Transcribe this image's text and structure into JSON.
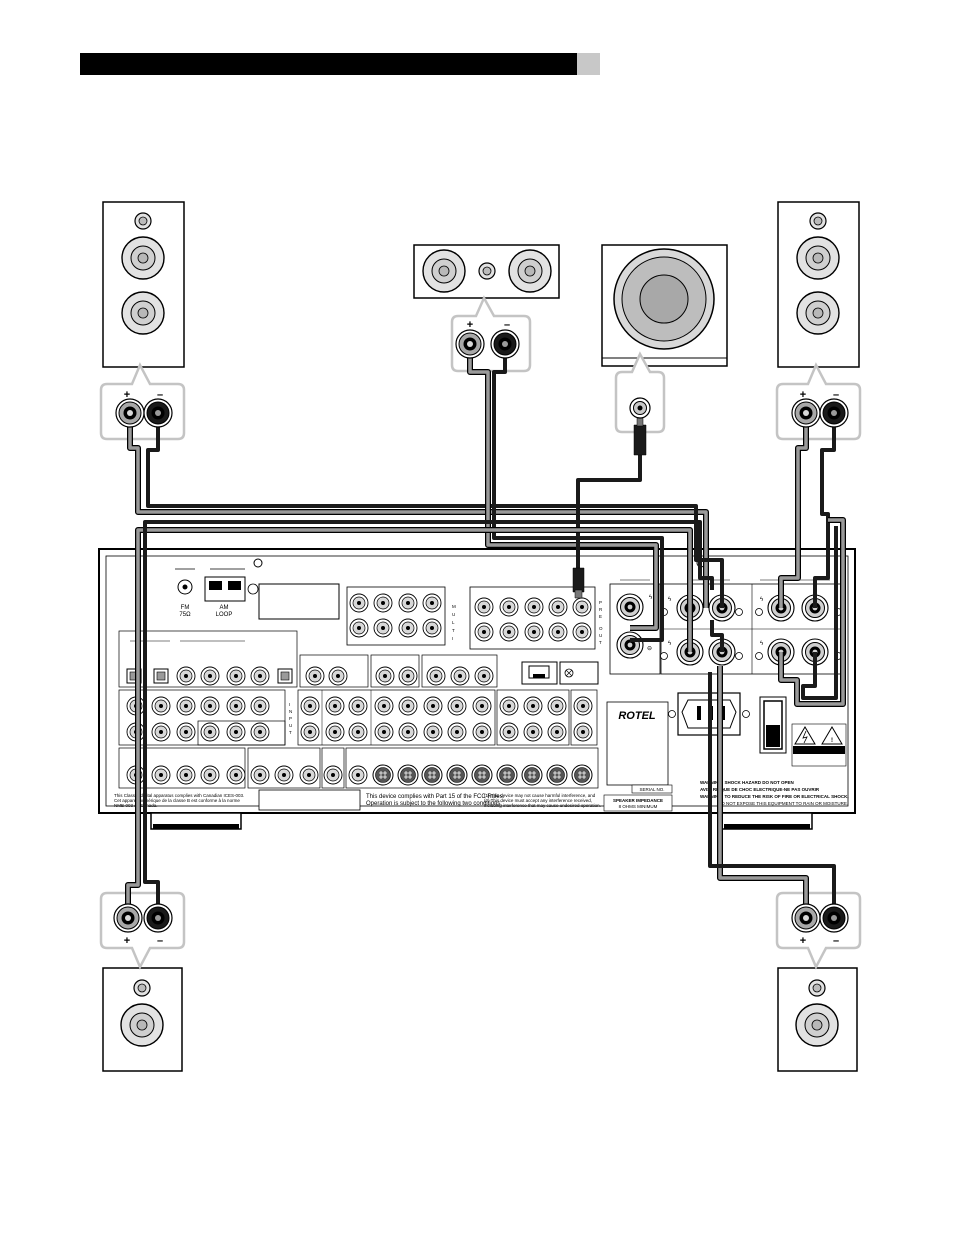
{
  "header": {
    "bar_color": "#000000",
    "tab_color": "#c8c8c8"
  },
  "speakers": {
    "front_left": {
      "terminals": [
        "+",
        "–"
      ]
    },
    "front_right": {
      "terminals": [
        "+",
        "–"
      ]
    },
    "center": {
      "terminals": [
        "+",
        "–"
      ]
    },
    "rear_left": {
      "terminals": [
        "+",
        "–"
      ]
    },
    "rear_right": {
      "terminals": [
        "+",
        "–"
      ]
    },
    "subwoofer": {
      "input": "line-in"
    }
  },
  "receiver": {
    "logo": "ROTEL",
    "fm_label": "FM\n75Ω",
    "am_label": "AM\nLOOP",
    "input_label": "I N P U T",
    "multi_input_label": "M U L T I  I N P U T",
    "pre_out_label": "P R E  O U T",
    "serial_label": "SERIAL NO.",
    "speaker_impedance": "SPEAKER IMPEDANCE",
    "speaker_impedance_value": "8 OHMS MINIMUM",
    "warning_1": "WARNING: SHOCK HAZARD DO NOT OPEN",
    "warning_2": "AVIS: RISQUE DE CHOC ELECTRIQUE-NE PAS OUVRIR",
    "warning_3": "WARNING: TO REDUCE THE RISK OF FIRE OR ELECTRICAL SHOCK,",
    "warning_4": "DO NOT EXPOSE THIS EQUIPMENT TO RAIN OR MOISTURE.",
    "fcc_1": "This device complies with Part 15 of the FCC Rules.",
    "fcc_2": "Operation is subject to the following two conditions:",
    "fcc_3": "(1) This device may not cause harmful interference, and",
    "fcc_4": "(2) This device must accept any interference received,",
    "fcc_5": "including interference that may cause undesired operation.",
    "class_b_1": "This Class B digital apparatus complies with Canadian ICES-003.",
    "class_b_2": "Cet appareil numérique de la classe B est conforme à la norme",
    "class_b_3": "NMB-003 du Canada."
  },
  "colors": {
    "positive_wire": "#9a9a9a",
    "negative_wire": "#1a1a1a",
    "callout": "#c4c4c4"
  }
}
